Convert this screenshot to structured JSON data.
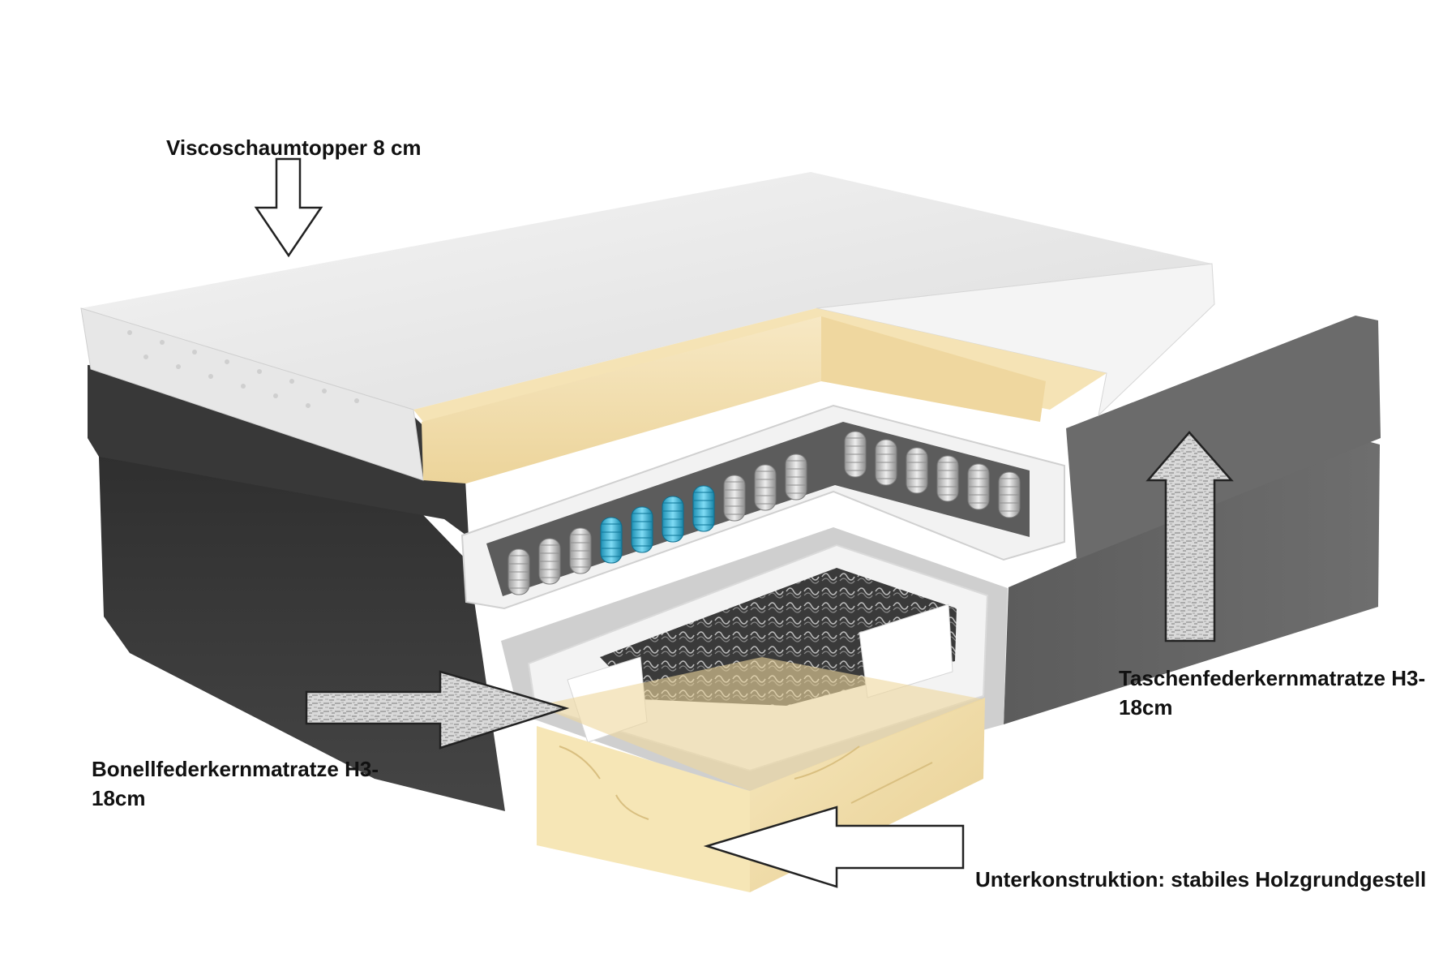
{
  "labels": {
    "topper": "Viscoschaumtopper 8 cm",
    "pocket_line1": "Taschenfederkernmatratze H3-",
    "pocket_line2": "18cm",
    "bonell_line1": "Bonellfederkernmatratze H3-",
    "bonell_line2": "18cm",
    "base": "Unterkonstruktion: stabiles Holzgrundgestell"
  },
  "colors": {
    "upholstery_dark": "#3b3b3b",
    "upholstery_mid": "#5a5a5a",
    "topper_white": "#ececec",
    "viscofoam": "#f3dcaa",
    "spring_grey": "#cfcfcf",
    "spring_accent": "#3fb6d8",
    "wood": "#f1deab"
  }
}
